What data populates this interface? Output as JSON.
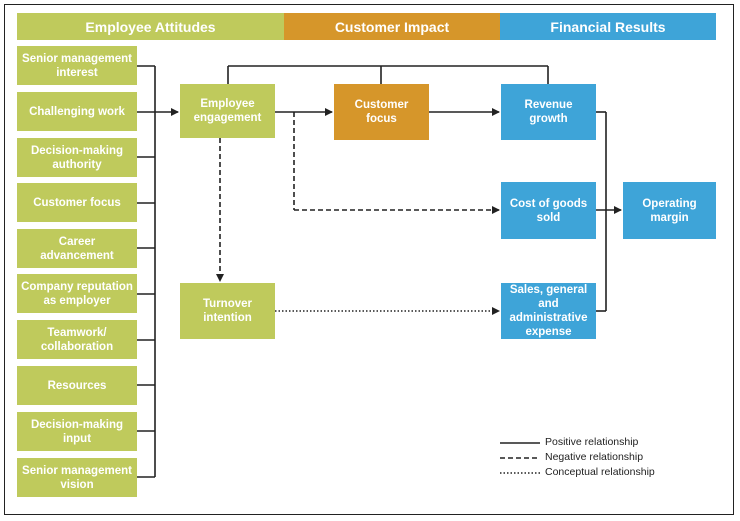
{
  "headers": {
    "attitudes": "Employee Attitudes",
    "impact": "Customer Impact",
    "results": "Financial Results"
  },
  "attitudes": [
    "Senior management interest",
    "Challenging work",
    "Decision-making authority",
    "Customer focus",
    "Career advancement",
    "Company reputation as employer",
    "Teamwork/ collaboration",
    "Resources",
    "Decision-making input",
    "Senior management vision"
  ],
  "nodes": {
    "engagement": "Employee engagement",
    "turnover": "Turnover intention",
    "customer_focus": "Customer focus",
    "revenue": "Revenue growth",
    "cogs": "Cost of goods sold",
    "sga": "Sales, general and administrative expense",
    "margin": "Operating margin"
  },
  "legend": {
    "positive": "Positive relationship",
    "negative": "Negative relationship",
    "conceptual": "Conceptual relationship"
  },
  "colors": {
    "attitudes": "#bfca5c",
    "impact": "#d6962a",
    "results": "#3ea4d8"
  }
}
